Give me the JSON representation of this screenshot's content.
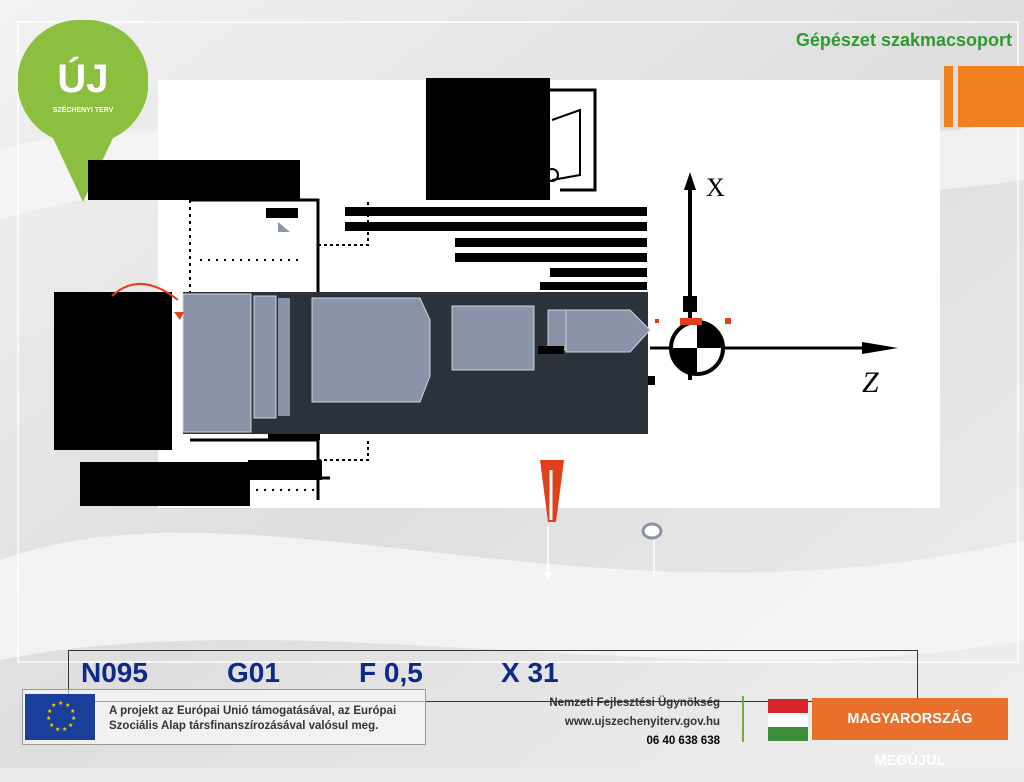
{
  "header": {
    "title": "Gépészet szakmacsoport"
  },
  "logo": {
    "main": "ÚJ",
    "sub": "SZÉCHENYI TERV"
  },
  "diagram": {
    "axis_x_label": "X",
    "axis_z_label": "Z"
  },
  "nc_block": {
    "n": "N095",
    "g": "G01",
    "f": "F 0,5",
    "x": "X 31"
  },
  "footer": {
    "eu_line1": "A projekt az Európai Unió támogatásával, az Európai",
    "eu_line2": "Szociális Alap társfinanszírozásával valósul meg.",
    "agency": "Nemzeti Fejlesztési Ügynökség",
    "website": "www.ujszechenyiterv.gov.hu",
    "phone": "06 40 638 638",
    "slogan": "MAGYARORSZÁG MEGÚJUL"
  },
  "colors": {
    "accent_orange": "#f08020",
    "logo_green": "#8cbf3f",
    "title_green": "#2f9a2f",
    "code_blue": "#0d2a8a"
  }
}
